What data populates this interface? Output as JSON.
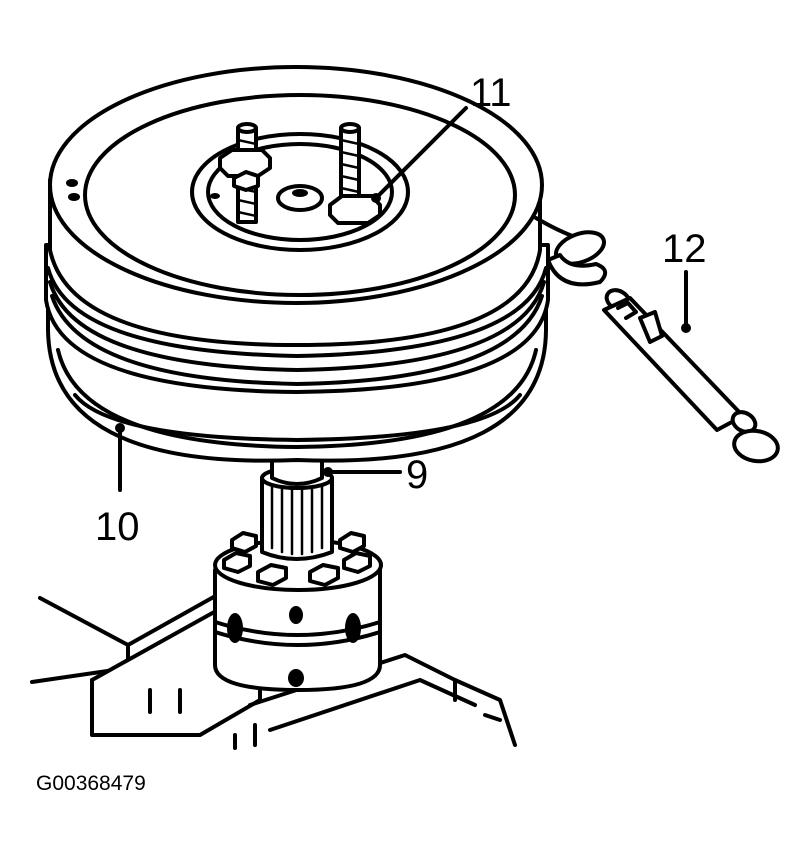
{
  "callouts": {
    "c9": "9",
    "c10": "10",
    "c11": "11",
    "c12": "12"
  },
  "figure_id": "G00368479",
  "icons": [
    "pulley-puller-illustration"
  ]
}
